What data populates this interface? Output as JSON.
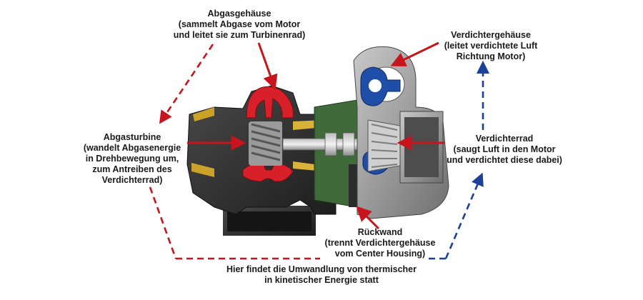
{
  "labels": {
    "abgasgehaeuse": {
      "title": "Abgasgehäuse",
      "line1": "(sammelt Abgase vom Motor",
      "line2": "und leitet sie zum Turbinenrad)"
    },
    "verdichtergehaeuse": {
      "title": "Verdichtergehäuse",
      "line1": "(leitet verdichtete Luft",
      "line2": "Richtung Motor)"
    },
    "abgasturbine": {
      "title": "Abgasturbine",
      "line1": "(wandelt Abgasenergie",
      "line2": "in Drehbewegung um,",
      "line3": "zum Antreiben des",
      "line4": "Verdichterrad)"
    },
    "verdichterrad": {
      "title": "Verdichterrad",
      "line1": "(saugt Luft in den Motor",
      "line2": "und verdichtet diese dabei)"
    },
    "rueckwand": {
      "title": "Rückwand",
      "line1": "(trennt Verdichtergehäuse",
      "line2": "vom Center Housing)"
    },
    "umwandlung": {
      "line1": "Hier findet die Umwandlung von thermischer",
      "line2": "in kinetischer Energie statt"
    }
  },
  "colors": {
    "exhaust_red": "#d8202a",
    "intake_blue": "#1f4ea8",
    "casting_dark": "#2b2b2b",
    "housing_gray": "#8a8a8a",
    "center_green": "#3f6b3a",
    "gold": "#c9a227",
    "arrow_red": "#c8141c",
    "arrow_blue": "#1c3f9a"
  }
}
